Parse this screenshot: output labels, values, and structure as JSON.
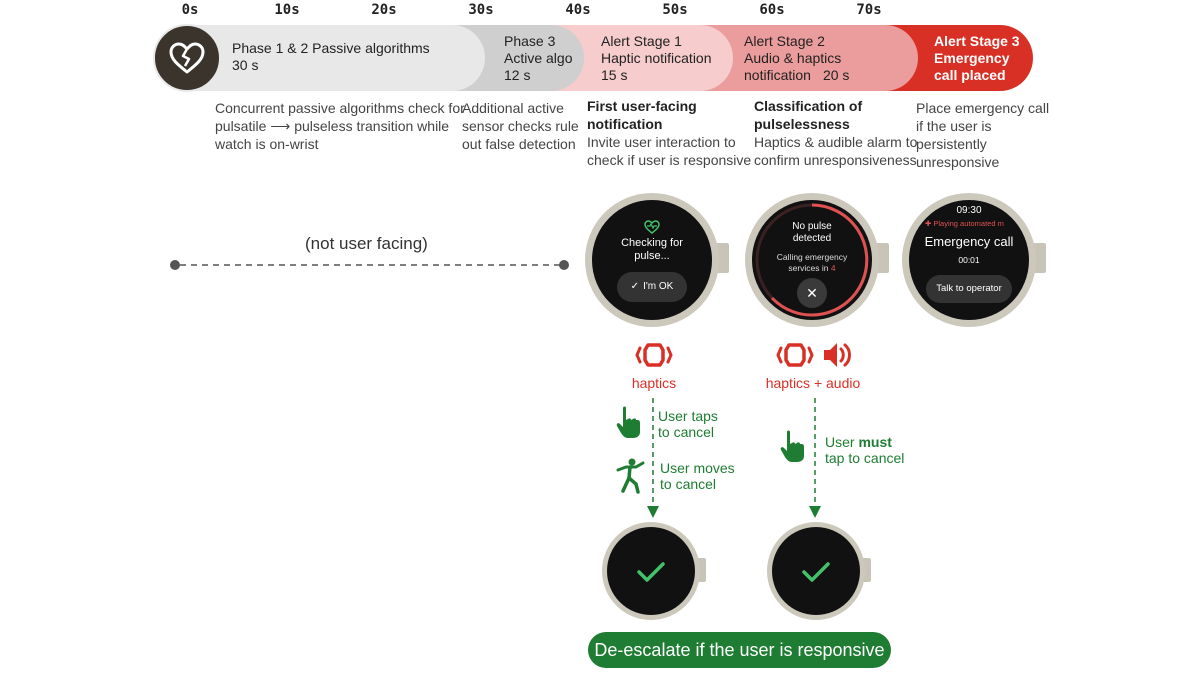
{
  "timeline": {
    "ticks": [
      "0s",
      "10s",
      "20s",
      "30s",
      "40s",
      "50s",
      "60s",
      "70s"
    ]
  },
  "phases": {
    "passive": {
      "title": "Phase 1 & 2 Passive algorithms",
      "duration": "30 s"
    },
    "active": {
      "title_1": "Phase 3",
      "title_2": "Active algo",
      "duration": "12 s"
    },
    "stage1": {
      "title_1": "Alert Stage 1",
      "title_2": "Haptic notification",
      "duration": "15 s"
    },
    "stage2": {
      "title_1": "Alert Stage 2",
      "title_2": "Audio & haptics",
      "title_3": "notification",
      "duration": "20 s"
    },
    "stage3": {
      "title_1": "Alert Stage 3",
      "title_2": "Emergency",
      "title_3": "call placed"
    }
  },
  "descriptions": {
    "passive": [
      "Concurrent passive algorithms check for",
      "pulsatile ⟶ pulseless transition while",
      "watch is on-wrist"
    ],
    "active": [
      "Additional active",
      "sensor checks rule",
      "out false detection"
    ],
    "stage1": {
      "heading": [
        "First user-facing",
        "notification"
      ],
      "body": [
        "Invite user interaction to",
        "check if user is responsive"
      ]
    },
    "stage2": {
      "heading": [
        "Classification of",
        "pulselessness"
      ],
      "body": [
        "Haptics & audible alarm to",
        "confirm unresponsiveness"
      ]
    },
    "stage3": [
      "Place emergency call",
      "if the user is",
      "persistently",
      "unresponsive"
    ]
  },
  "not_user_facing": "(not user facing)",
  "screens": {
    "checking": {
      "line1": "Checking for",
      "line2": "pulse...",
      "button": "I'm OK"
    },
    "no_pulse": {
      "line1": "No pulse",
      "line2": "detected",
      "line3": "Calling emergency",
      "line4_prefix": "services in",
      "countdown": "4"
    },
    "emergency": {
      "time": "09:30",
      "banner": "Playing automated m",
      "title": "Emergency call",
      "timer": "00:01",
      "button": "Talk to operator"
    }
  },
  "captions": {
    "haptics": "haptics",
    "haptics_audio": "haptics + audio"
  },
  "actions": {
    "taps": [
      "User taps",
      "to cancel"
    ],
    "moves": [
      "User moves",
      "to cancel"
    ],
    "must_tap": {
      "prefix": "User ",
      "emphasis": "must",
      "line2": "tap to cancel"
    }
  },
  "deescalate": "De-escalate if the user is responsive",
  "colors": {
    "passive": "#e8e8e8",
    "active": "#cfcfcf",
    "stage1": "#f6cccc",
    "stage2": "#eb9c9c",
    "stage3": "#d93025",
    "green": "#1e7d32"
  }
}
